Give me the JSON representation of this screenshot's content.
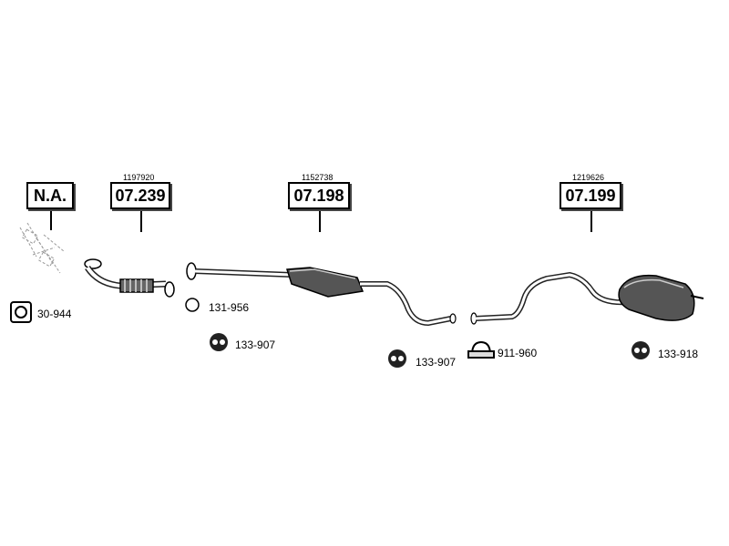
{
  "assemblies": [
    {
      "code": "N.A.",
      "ref": ""
    },
    {
      "code": "07.239",
      "ref": "1197920"
    },
    {
      "code": "07.198",
      "ref": "1152738"
    },
    {
      "code": "07.199",
      "ref": "1219626"
    }
  ],
  "parts": [
    {
      "label": "30-944",
      "icon": "gasket-icon"
    },
    {
      "label": "131-956",
      "icon": "ring-icon"
    },
    {
      "label": "133-907",
      "icon": "rubber-mount-icon"
    },
    {
      "label": "133-907",
      "icon": "rubber-mount-icon"
    },
    {
      "label": "911-960",
      "icon": "clamp-icon"
    },
    {
      "label": "133-918",
      "icon": "rubber-mount-icon"
    }
  ]
}
